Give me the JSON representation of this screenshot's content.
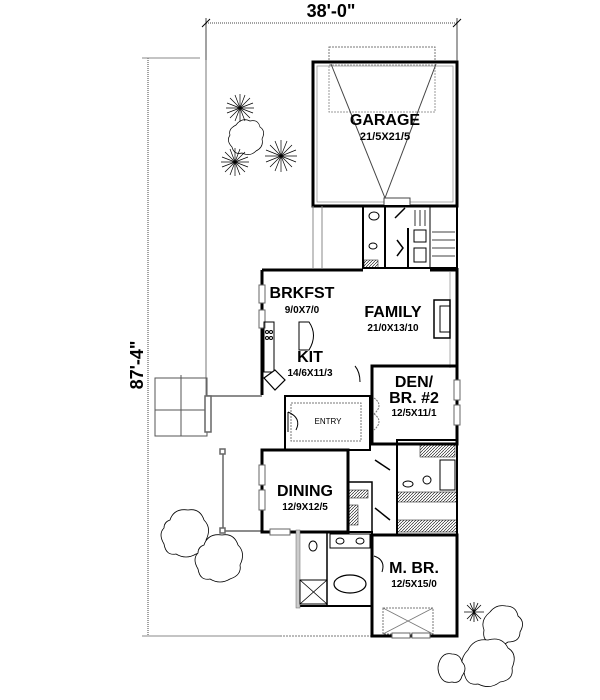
{
  "plan": {
    "overall_width": "38'-0\"",
    "overall_depth": "87'-4\"",
    "colors": {
      "wall": "#000000",
      "line": "#666666",
      "background": "#ffffff"
    }
  },
  "rooms": [
    {
      "id": "garage",
      "name": "GARAGE",
      "size": "21/5X21/5"
    },
    {
      "id": "brkfst",
      "name": "BRKFST",
      "size": "9/0X7/0"
    },
    {
      "id": "family",
      "name": "FAMILY",
      "size": "21/0X13/10"
    },
    {
      "id": "kit",
      "name": "KIT",
      "size": "14/6X11/3"
    },
    {
      "id": "den",
      "name_line1": "DEN/",
      "name_line2": "BR. #2",
      "size": "12/5X11/1"
    },
    {
      "id": "entry",
      "name": "ENTRY"
    },
    {
      "id": "dining",
      "name": "DINING",
      "size": "12/9X12/5"
    },
    {
      "id": "mbr",
      "name": "M. BR.",
      "size": "12/5X15/0"
    }
  ],
  "landscape": {
    "trees": [
      "tree-cluster-top-left",
      "tree-pair-bottom-left",
      "tree-cluster-bottom-right"
    ]
  }
}
